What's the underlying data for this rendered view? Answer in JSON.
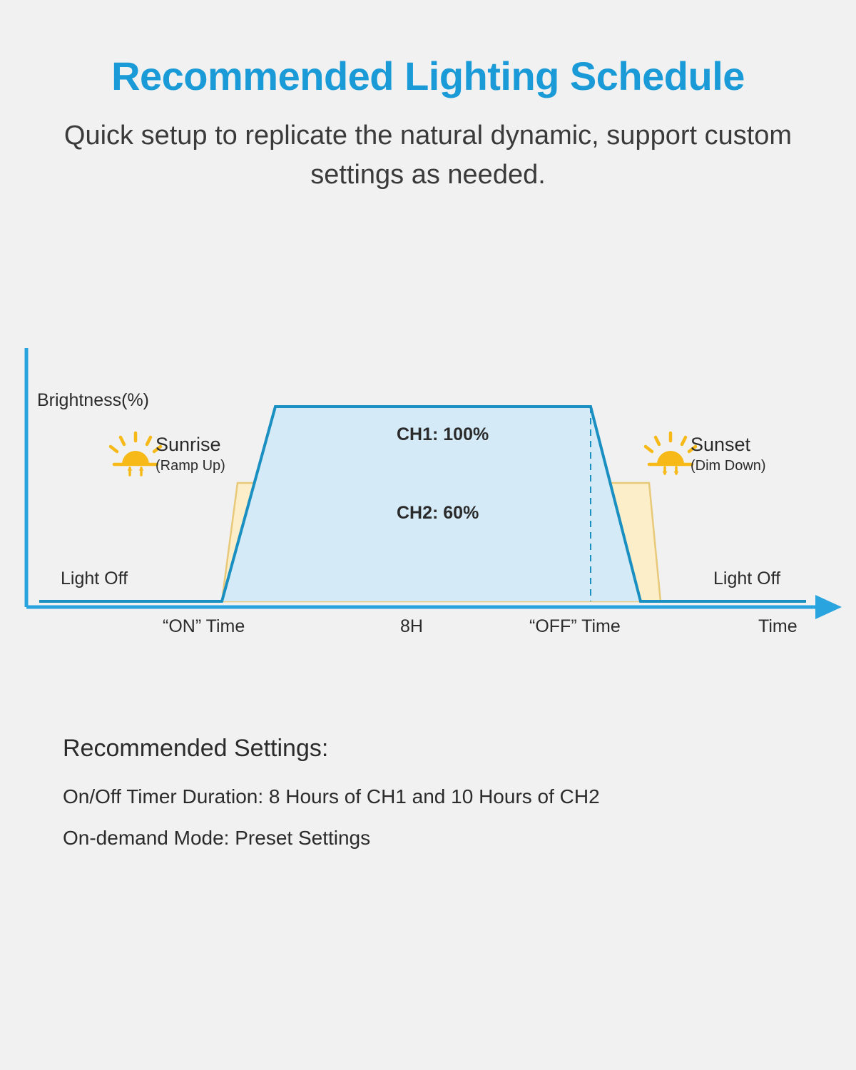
{
  "header": {
    "title": "Recommended Lighting Schedule",
    "subtitle": "Quick setup to replicate the natural dynamic, support custom settings as needed."
  },
  "colors": {
    "title_blue": "#1a9bd7",
    "line_teal": "#1a8fc1",
    "ch1_fill": "#d4eaf7",
    "ch2_fill": "#fceec8",
    "ch2_stroke": "#e8c97a",
    "sun_yellow": "#f6b917",
    "background": "#f1f1f1",
    "text": "#2b2b2b"
  },
  "chart_data": {
    "type": "area",
    "title": "",
    "xlabel": "Time",
    "ylabel": "Brightness(%)",
    "grid": false,
    "legend": "inline-labels",
    "x_ticks": [
      "“ON” Time",
      "8H",
      "“OFF” Time",
      "Time"
    ],
    "annotations": {
      "light_off_left": "Light Off",
      "light_off_right": "Light Off",
      "ch1_label": "CH1: 100%",
      "ch2_label": "CH2: 60%",
      "sunrise_label": "Sunrise",
      "sunrise_sub": "(Ramp Up)",
      "sunset_label": "Sunset",
      "sunset_sub": "(Dim Down)"
    },
    "series": [
      {
        "name": "CH1: 100%",
        "peak_percent": 100,
        "points": [
          {
            "x": "ON Time",
            "y": 0
          },
          {
            "x": "ramp end",
            "y": 100
          },
          {
            "x": "OFF Time",
            "y": 100
          },
          {
            "x": "dim end",
            "y": 0
          }
        ]
      },
      {
        "name": "CH2: 60%",
        "peak_percent": 60,
        "points": [
          {
            "x": "ON Time",
            "y": 0
          },
          {
            "x": "ramp end",
            "y": 60
          },
          {
            "x": "OFF Time + delay",
            "y": 60
          },
          {
            "x": "dim end",
            "y": 0
          }
        ]
      }
    ]
  },
  "settings": {
    "heading": "Recommended Settings:",
    "lines": [
      "On/Off Timer Duration: 8 Hours of CH1 and 10 Hours of CH2",
      "On-demand Mode: Preset Settings"
    ]
  }
}
